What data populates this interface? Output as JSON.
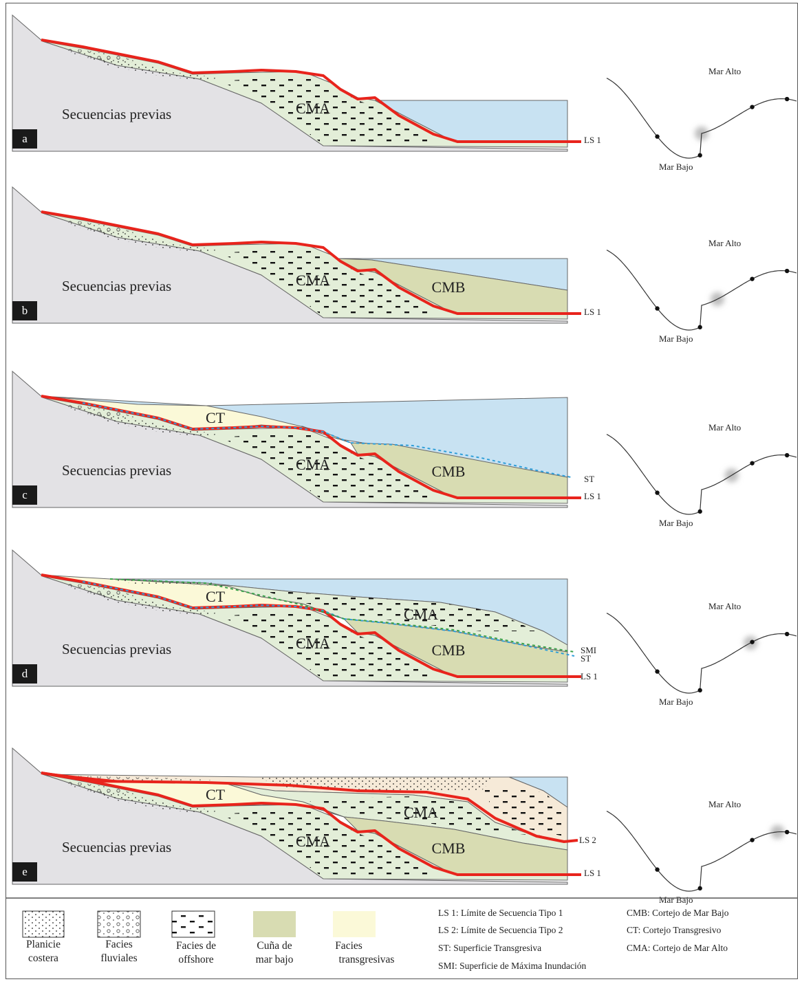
{
  "panels": [
    {
      "letter": "a",
      "previous_label": "Secuencias previas",
      "units": [
        "CMA"
      ],
      "lines": [
        "LS 1"
      ],
      "wave": {
        "high": "Mar Alto",
        "low": "Mar Bajo",
        "stage": 0.5
      }
    },
    {
      "letter": "b",
      "previous_label": "Secuencias previas",
      "units": [
        "CMA",
        "CMB"
      ],
      "lines": [
        "LS 1"
      ],
      "wave": {
        "high": "Mar Alto",
        "low": "Mar Bajo",
        "stage": 0.58
      }
    },
    {
      "letter": "c",
      "previous_label": "Secuencias previas",
      "units": [
        "CMA",
        "CMB",
        "CT"
      ],
      "lines": [
        "ST",
        "LS 1"
      ],
      "wave": {
        "high": "Mar Alto",
        "low": "Mar Bajo",
        "stage": 0.66
      }
    },
    {
      "letter": "d",
      "previous_label": "Secuencias previas",
      "units": [
        "CMA",
        "CMB",
        "CT",
        "CMA"
      ],
      "lines": [
        "SMI",
        "ST",
        "LS 1"
      ],
      "wave": {
        "high": "Mar Alto",
        "low": "Mar Bajo",
        "stage": 0.76
      }
    },
    {
      "letter": "e",
      "previous_label": "Secuencias previas",
      "units": [
        "CMA",
        "CMB",
        "CT",
        "CMA"
      ],
      "lines": [
        "LS 2",
        "LS 1"
      ],
      "wave": {
        "high": "Mar Alto",
        "low": "Mar Bajo",
        "stage": 0.9
      }
    }
  ],
  "legend": {
    "swatches": [
      {
        "label": "Planicie costera",
        "line1": "Planicie",
        "line2": "costera",
        "pattern": "dots"
      },
      {
        "label": "Facies fluviales",
        "line1": "Facies",
        "line2": "fluviales",
        "pattern": "circles"
      },
      {
        "label": "Facies de offshore",
        "line1": "Facies de",
        "line2": "offshore",
        "pattern": "dashes"
      },
      {
        "label": "Cuña de mar bajo",
        "line1": "Cuña de",
        "line2": "mar bajo",
        "pattern": "fill",
        "color": "#d8dcb2"
      },
      {
        "label": "Facies transgresivas",
        "line1": "Facies",
        "line2": "transgresivas",
        "pattern": "fill",
        "color": "#fbf9d8"
      }
    ],
    "lines_key": [
      "LS 1: Límite de Secuencia Tipo 1",
      "LS 2: Límite de Secuencia Tipo 2",
      "ST: Superficie Transgresiva",
      "SMI: Superficie de Máxima Inundación"
    ],
    "tracts_key": [
      "CMB: Cortejo de Mar Bajo",
      "CT: Cortejo Transgresivo",
      "CMA: Cortejo de Mar Alto"
    ]
  },
  "colors": {
    "previous": "#e3e2e5",
    "cma": "#e3eed8",
    "cmb": "#d8dcb2",
    "ct": "#fbf9d8",
    "sea": "#c8e2f2",
    "sequence_boundary": "#e8241c",
    "transgressive_surface": "#2f9ed8",
    "mfs": "#3aa24a",
    "panel_letter_bg": "#1a1a1a"
  }
}
